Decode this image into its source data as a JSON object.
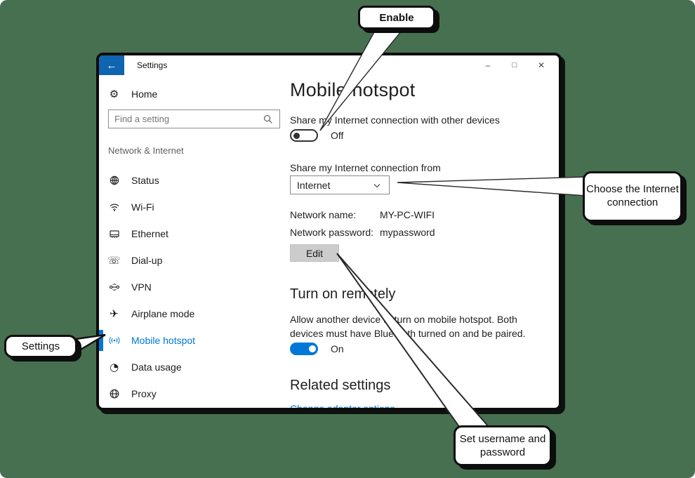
{
  "window": {
    "title": "Settings",
    "back_arrow": "←",
    "controls": {
      "minimize": "–",
      "maximize": "□",
      "close": "✕"
    }
  },
  "sidebar": {
    "home": {
      "label": "Home",
      "icon": "gear-icon"
    },
    "search": {
      "placeholder": "Find a setting",
      "icon": "search-icon"
    },
    "section": "Network & Internet",
    "items": [
      {
        "label": "Status",
        "icon": "network-status-icon",
        "selected": false
      },
      {
        "label": "Wi-Fi",
        "icon": "wifi-icon",
        "selected": false
      },
      {
        "label": "Ethernet",
        "icon": "ethernet-icon",
        "selected": false
      },
      {
        "label": "Dial-up",
        "icon": "dialup-phone-icon",
        "selected": false
      },
      {
        "label": "VPN",
        "icon": "vpn-icon",
        "selected": false
      },
      {
        "label": "Airplane mode",
        "icon": "airplane-icon",
        "selected": false
      },
      {
        "label": "Mobile hotspot",
        "icon": "hotspot-icon",
        "selected": true
      },
      {
        "label": "Data usage",
        "icon": "data-usage-icon",
        "selected": false
      },
      {
        "label": "Proxy",
        "icon": "globe-icon",
        "selected": false
      }
    ]
  },
  "main": {
    "title": "Mobile hotspot",
    "share_toggle": {
      "label": "Share my Internet connection with other devices",
      "state": "Off"
    },
    "share_from": {
      "label": "Share my Internet connection from",
      "selected_option": "Internet"
    },
    "network": {
      "name_label": "Network name:",
      "name_value": "MY-PC-WIFI",
      "password_label": "Network password:",
      "password_value": "mypassword"
    },
    "edit_button": "Edit",
    "remote": {
      "title": "Turn on remotely",
      "description": "Allow another device to turn on mobile hotspot. Both devices must have Bluetooth turned on and be paired.",
      "state": "On"
    },
    "related": {
      "title": "Related settings",
      "link": "Change adapter options"
    }
  },
  "callouts": {
    "enable": "Enable",
    "choose_internet": "Choose the Internet connection",
    "settings": "Settings",
    "set_credentials": "Set username and password"
  },
  "colors": {
    "accent": "#0078d7",
    "background": "#477050",
    "back_button": "#1065b0"
  }
}
